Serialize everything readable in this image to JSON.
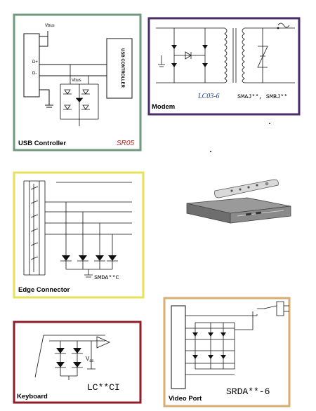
{
  "panels": {
    "usb": {
      "title": "USB Controller",
      "part": "SR05",
      "border_color": "#6f9a7e",
      "part_color": "#b22222",
      "labels": {
        "vbus_top": "Vbus",
        "vbus_inner": "Vbus",
        "dplus": "D+",
        "dminus": "D-",
        "chip": "USB CONTROLLER"
      }
    },
    "modem": {
      "title": "Modem",
      "part1": "LC03-6",
      "part2": "SMAJ**, SMBJ**",
      "border_color": "#4a2d6b",
      "part1_color": "#1f3c8a"
    },
    "edge": {
      "title": "Edge Connector",
      "part": "SMDA**C",
      "border_color": "#e6e05a"
    },
    "keyboard": {
      "title": "Keyboard",
      "part": "LC**CI",
      "vss": "V",
      "vss_sub": "ss",
      "border_color": "#8f1d2a"
    },
    "video": {
      "title": "Video Port",
      "part": "SRDA**-6",
      "border_color": "#d8ad73"
    },
    "device": {
      "name": "set-top box with remote"
    }
  }
}
